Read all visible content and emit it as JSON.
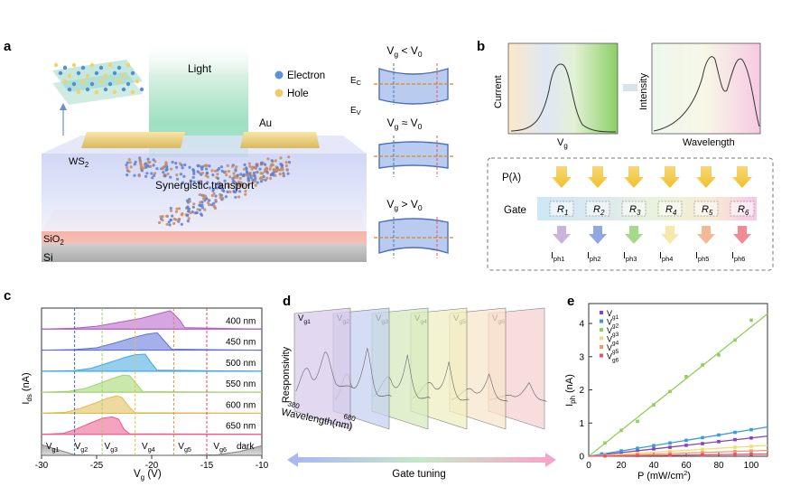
{
  "panel_a": {
    "label": "a",
    "light": "Light",
    "electron": "Electron",
    "hole": "Hole",
    "au": "Au",
    "ws2_main": "WS",
    "ws2_sub": "2",
    "sio2_main": "SiO",
    "sio2_sub": "2",
    "si": "Si",
    "synergistic": "Synergistic transport",
    "bands": [
      {
        "lhs": "V",
        "lhs_sub": "g",
        "op": "<",
        "rhs": "V",
        "rhs_sub": "0"
      },
      {
        "lhs": "V",
        "lhs_sub": "g",
        "op": "≈",
        "rhs": "V",
        "rhs_sub": "0"
      },
      {
        "lhs": "V",
        "lhs_sub": "g",
        "op": ">",
        "rhs": "V",
        "rhs_sub": "0"
      }
    ],
    "ec_main": "E",
    "ec_sub": "C",
    "ev_main": "E",
    "ev_sub": "V"
  },
  "panel_b": {
    "label": "b",
    "current": "Current",
    "vg_main": "V",
    "vg_sub": "g",
    "intensity": "Intensity",
    "wavelength": "Wavelength",
    "p_lambda": "P(λ)",
    "gate": "Gate",
    "r_main": "R",
    "r_subs": [
      "1",
      "2",
      "3",
      "4",
      "5",
      "6"
    ],
    "iph_main": "I",
    "iph_subs": [
      "ph1",
      "ph2",
      "ph3",
      "ph4",
      "ph5",
      "ph6"
    ],
    "arrow_colors": [
      "#c9b4e0",
      "#8fa9e0",
      "#a6d98a",
      "#f5e8a8",
      "#f3bb95",
      "#ef8b95"
    ]
  },
  "panel_c": {
    "label": "c",
    "ylabel_main": "I",
    "ylabel_sub": "ds",
    "ylabel_unit": " (nA)",
    "xlabel_main": "V",
    "xlabel_sub": "g",
    "xlabel_unit": " (V)",
    "xticks": [
      "-30",
      "-25",
      "-20",
      "-15",
      "-10"
    ],
    "vg_labels": [
      "g1",
      "g2",
      "g3",
      "g4",
      "g5",
      "g6"
    ],
    "dark": "dark",
    "gate_lines_v": [
      -27,
      -24.5,
      -21.5,
      -18,
      -15
    ],
    "gate_line_colors": [
      "#3b6fc9",
      "#9ccf6a",
      "#e8c040",
      "#e88a40",
      "#e04860"
    ]
  },
  "panel_d": {
    "label": "d",
    "ylabel": "Responsivity",
    "xlabel": "Wavelength(nm)",
    "tick_low": "380",
    "tick_high": "680",
    "vg_labels": [
      "g1",
      "g2",
      "g3",
      "g4",
      "g5",
      "g6"
    ],
    "plate_colors": [
      "#d9ccec",
      "#c6d2f0",
      "#d6ecc0",
      "#f1efc2",
      "#f8e6cc",
      "#f6d2d4"
    ],
    "gate_tuning": "Gate tuning"
  },
  "panel_e": {
    "label": "e",
    "ylabel_main": "I",
    "ylabel_sub": "ph",
    "ylabel_unit": " (nA)",
    "xlabel_main": "P (mW/cm",
    "xlabel_sup": "2",
    "xlabel_end": ")",
    "xticks": [
      "0",
      "20",
      "40",
      "60",
      "80",
      "100"
    ],
    "yticks": [
      "0",
      "1",
      "2",
      "3",
      "4"
    ],
    "legend_main": "V",
    "legend_subs": [
      "g1",
      "g2",
      "g3",
      "g4",
      "g5",
      "g6"
    ]
  },
  "chart_data": [
    {
      "type": "area",
      "panel": "c",
      "xlabel": "Vg (V)",
      "ylabel": "Ids (nA)",
      "xlim": [
        -30,
        -10
      ],
      "series": [
        {
          "name": "400 nm",
          "color": "#b45cc8",
          "x": [
            -30,
            -27,
            -25,
            -23,
            -21,
            -19.5,
            -18.3,
            -17.5,
            -17,
            -10
          ],
          "values": [
            0,
            0.05,
            0.15,
            0.35,
            0.55,
            0.78,
            0.95,
            0.5,
            0.08,
            0
          ]
        },
        {
          "name": "450 nm",
          "color": "#5b6fd8",
          "x": [
            -30,
            -27,
            -25,
            -23.5,
            -22,
            -20.5,
            -19.5,
            -18.8,
            -18.2,
            -10
          ],
          "values": [
            0,
            0.03,
            0.12,
            0.35,
            0.6,
            0.82,
            0.9,
            0.45,
            0.05,
            0
          ]
        },
        {
          "name": "500 nm",
          "color": "#3fa8e0",
          "x": [
            -30,
            -27,
            -25.5,
            -24,
            -22.5,
            -21.5,
            -20.6,
            -20,
            -19.5,
            -10
          ],
          "values": [
            0,
            0.03,
            0.15,
            0.42,
            0.7,
            0.85,
            0.88,
            0.4,
            0.05,
            0
          ]
        },
        {
          "name": "550 nm",
          "color": "#9fd46a",
          "x": [
            -30,
            -27.5,
            -26,
            -24.5,
            -23.5,
            -22.6,
            -22,
            -21.2,
            -20.8,
            -10
          ],
          "values": [
            0,
            0.05,
            0.2,
            0.5,
            0.72,
            0.88,
            0.85,
            0.3,
            0.03,
            0
          ]
        },
        {
          "name": "600 nm",
          "color": "#e0bb50",
          "x": [
            -30,
            -27.8,
            -26.5,
            -25,
            -24,
            -23.2,
            -22.7,
            -22,
            -21.5,
            -10
          ],
          "values": [
            0,
            0.05,
            0.25,
            0.55,
            0.78,
            0.9,
            0.82,
            0.3,
            0.03,
            0
          ]
        },
        {
          "name": "650 nm",
          "color": "#ec5a8c",
          "x": [
            -30,
            -28,
            -26.8,
            -25.5,
            -24.5,
            -23.6,
            -23,
            -22.5,
            -22,
            -10
          ],
          "values": [
            0,
            0.05,
            0.28,
            0.6,
            0.82,
            0.9,
            0.78,
            0.25,
            0.03,
            0
          ]
        },
        {
          "name": "dark",
          "color": "#7f7f7f",
          "x": [
            -30,
            -28,
            -27,
            -25,
            -18,
            -14,
            -12,
            -10
          ],
          "values": [
            0.55,
            0.2,
            0.03,
            0,
            0,
            0.03,
            0.2,
            0.5
          ]
        }
      ]
    },
    {
      "type": "scatter",
      "panel": "e",
      "xlabel": "P (mW/cm2)",
      "ylabel": "Iph (nA)",
      "xlim": [
        0,
        110
      ],
      "ylim": [
        0,
        4.6
      ],
      "series": [
        {
          "name": "Vg1",
          "color": "#8a3fbf",
          "x": [
            8,
            20,
            30,
            40,
            50,
            60,
            70,
            80,
            90,
            100
          ],
          "values": [
            0.05,
            0.11,
            0.16,
            0.22,
            0.27,
            0.33,
            0.38,
            0.44,
            0.5,
            0.55
          ],
          "fit_slope": 0.0055
        },
        {
          "name": "Vg2",
          "color": "#3a9ad9",
          "x": [
            8,
            20,
            30,
            40,
            50,
            60,
            70,
            80,
            90,
            100
          ],
          "values": [
            0.07,
            0.16,
            0.24,
            0.32,
            0.4,
            0.48,
            0.56,
            0.64,
            0.72,
            0.8
          ],
          "fit_slope": 0.008
        },
        {
          "name": "Vg3",
          "color": "#8fcf5a",
          "x": [
            10,
            20,
            30,
            40,
            50,
            60,
            70,
            80,
            90,
            100
          ],
          "values": [
            0.4,
            0.78,
            1.05,
            1.55,
            1.95,
            2.4,
            2.75,
            3.05,
            3.5,
            4.1
          ],
          "fit_slope": 0.039
        },
        {
          "name": "Vg4",
          "color": "#f0dc70",
          "x": [
            10,
            30,
            50,
            70,
            90,
            100
          ],
          "values": [
            0.03,
            0.09,
            0.15,
            0.21,
            0.27,
            0.3
          ],
          "fit_slope": 0.003
        },
        {
          "name": "Vg5",
          "color": "#f29a6a",
          "x": [
            10,
            30,
            50,
            70,
            90,
            100
          ],
          "values": [
            0.02,
            0.05,
            0.08,
            0.11,
            0.14,
            0.16
          ],
          "fit_slope": 0.0016
        },
        {
          "name": "Vg6",
          "color": "#e85070",
          "x": [
            10,
            30,
            50,
            70,
            90,
            100
          ],
          "values": [
            0.01,
            0.02,
            0.03,
            0.04,
            0.05,
            0.06
          ],
          "fit_slope": 0.0006
        }
      ]
    }
  ]
}
